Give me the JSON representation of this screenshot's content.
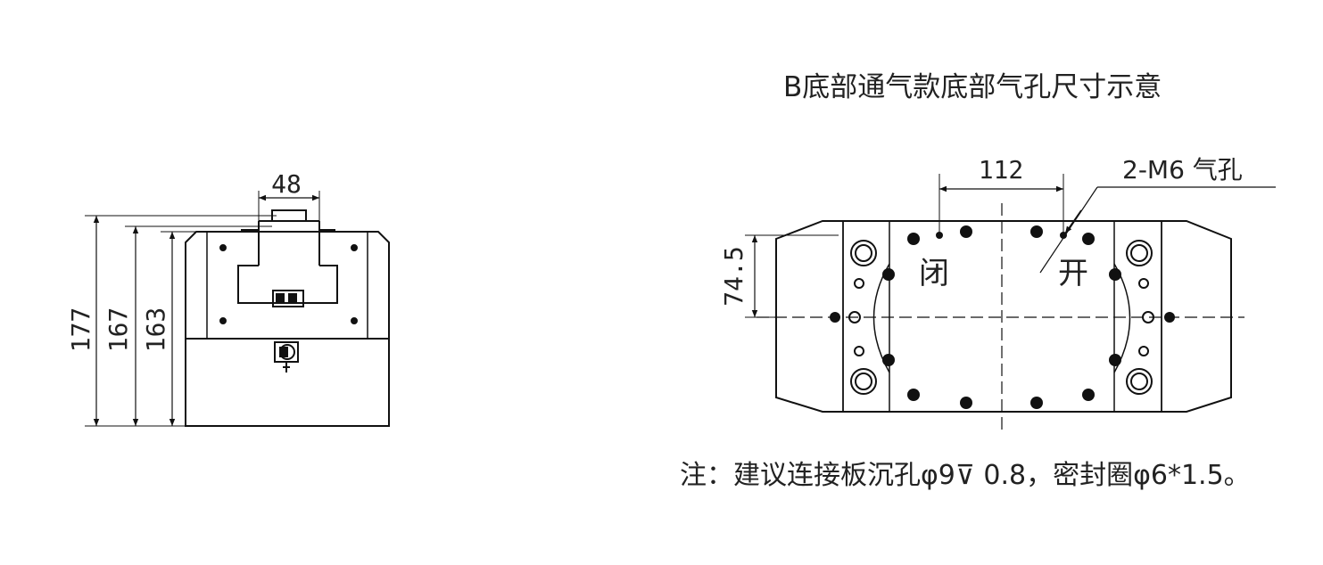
{
  "title": "B底部通气款底部气孔尺寸示意",
  "note": "注：建议连接板沉孔φ9⊽ 0.8，密封圈φ6*1.5。",
  "side_view": {
    "dim_top": "48",
    "dim_overall": "177",
    "dim_mid": "167",
    "dim_inner": "163"
  },
  "bottom_view": {
    "dim_spacing": "112",
    "dim_offset": "74.5",
    "port_callout": "2-M6 气孔",
    "label_close": "闭",
    "label_open": "开"
  }
}
